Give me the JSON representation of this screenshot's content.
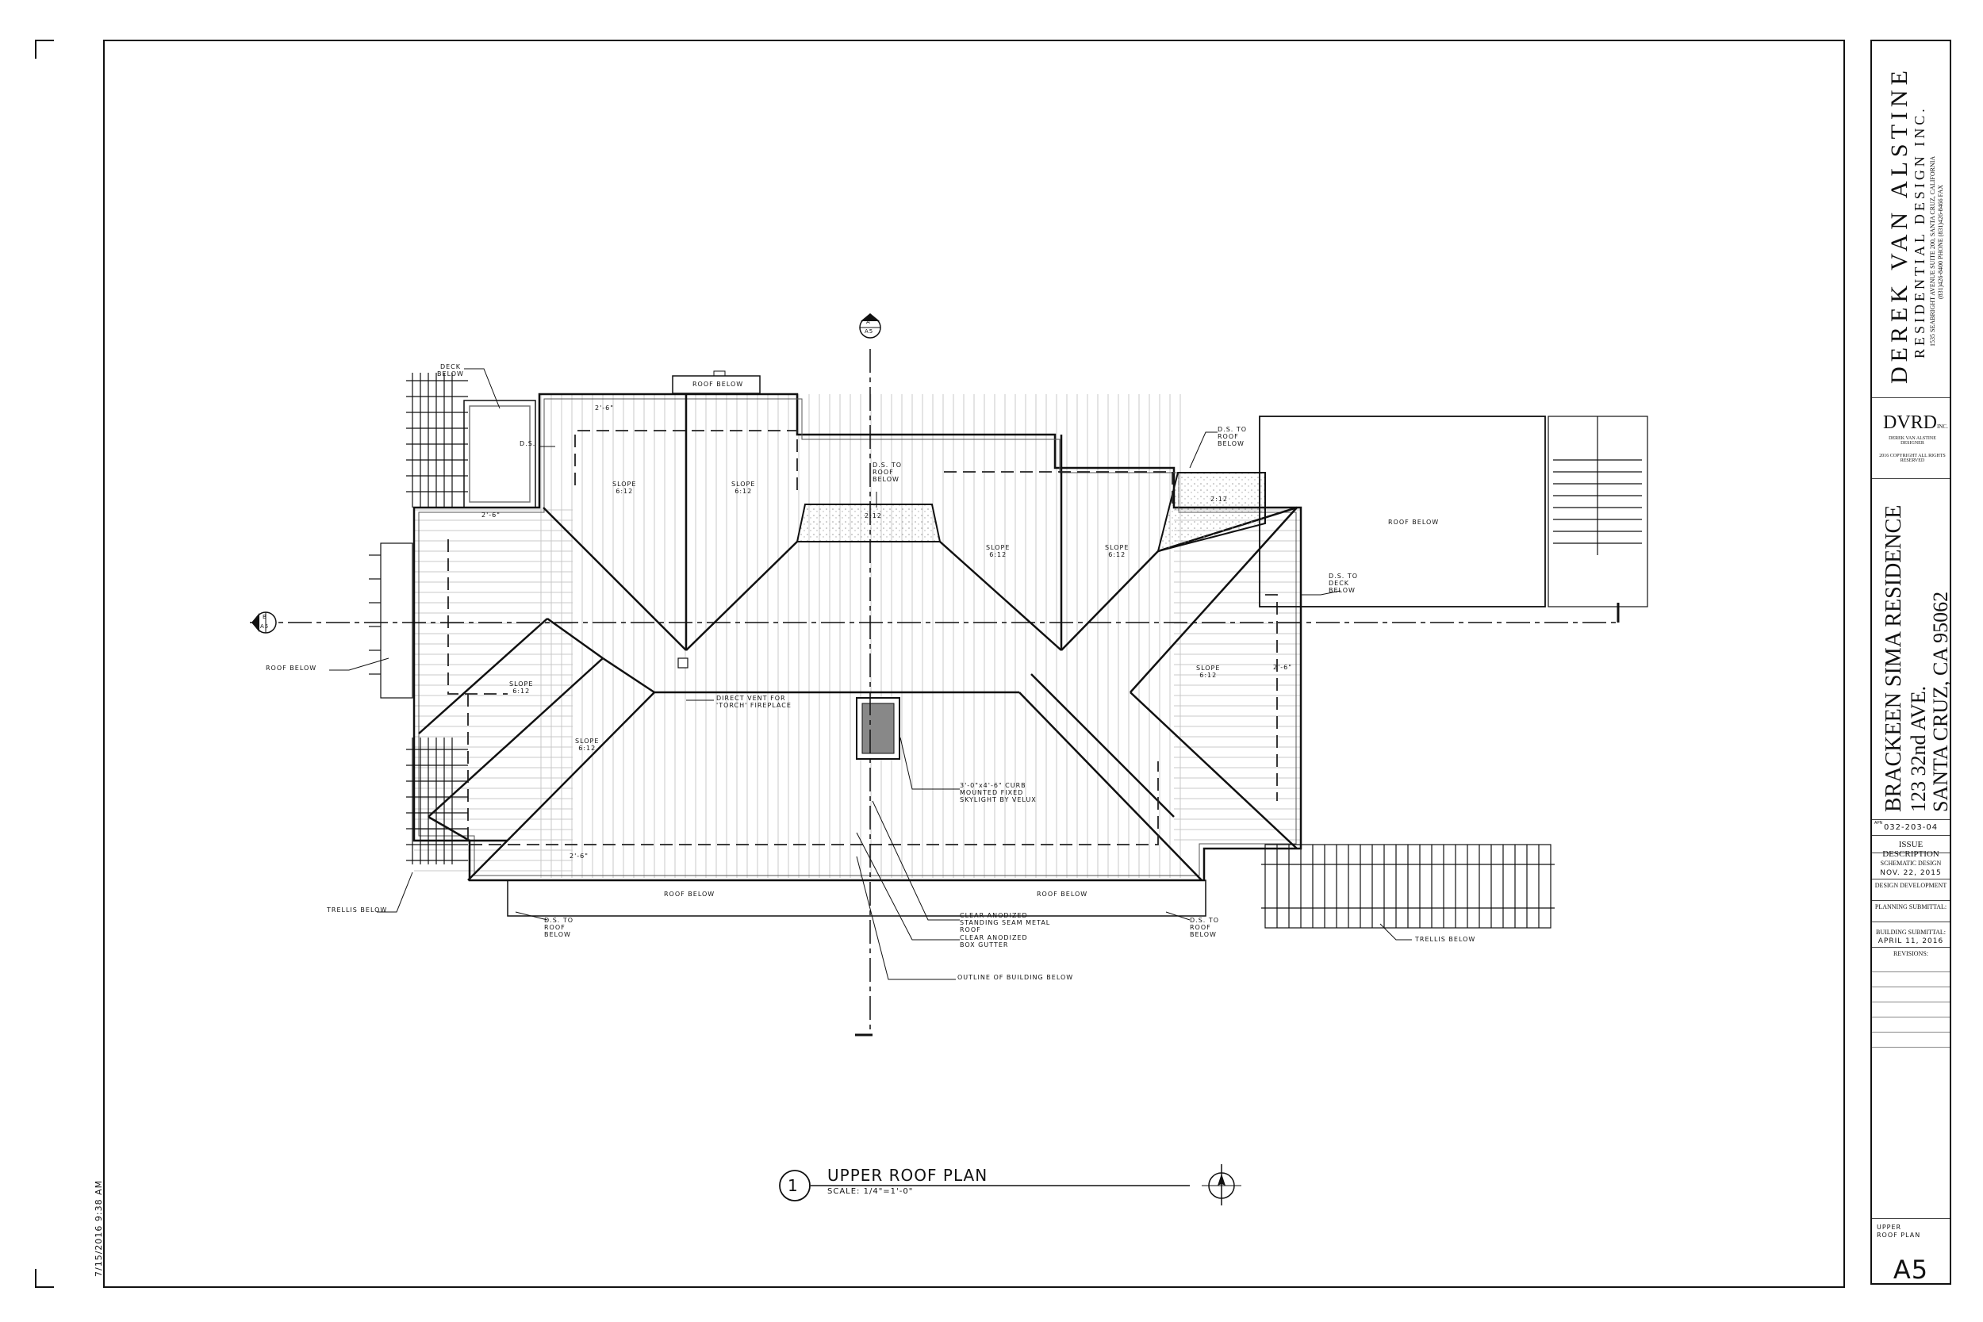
{
  "firm": {
    "name": "DEREK VAN ALSTINE",
    "subtitle": "RESIDENTIAL DESIGN INC.",
    "address": "1535 SEABRIGHT AVENUE SUITE 200, SANTA CRUZ, CALIFORNIA",
    "phone": "(831)426-8400 PHONE (831)426-8466 FAX",
    "logo": "DVRD",
    "logo_suffix": "INC.",
    "logo_sub": "DEREK VAN ALSTINE DESIGNER",
    "copyright": "2016 COPYRIGHT ALL RIGHTS RESERVED"
  },
  "project": {
    "name": "BRACKEEN SIMA RESIDENCE",
    "street": "123 32nd AVE.",
    "city": "SANTA CRUZ, CA 95062",
    "apn_label": "APN",
    "apn": "032-203-04"
  },
  "issue": {
    "header": "ISSUE DESCRIPTION",
    "schematic_label": "SCHEMATIC DESIGN",
    "schematic_date": "NOV. 22, 2015",
    "dd_label": "DESIGN DEVELOPMENT",
    "planning_label": "PLANNING SUBMITTAL:",
    "building_label": "BUILDING SUBMITTAL:",
    "building_date": "APRIL 11, 2016",
    "revisions_label": "REVISIONS:"
  },
  "sheet": {
    "title_line1": "UPPER",
    "title_line2": "ROOF PLAN",
    "number": "A5"
  },
  "plot_stamp": "7/15/2016 9:38 AM",
  "drawing": {
    "number": "1",
    "title": "UPPER ROOF PLAN",
    "scale": "SCALE: 1/4\"=1'-0\"",
    "section_tag_top": "A",
    "section_tag_sheet": "A5",
    "section_tag_left": "B"
  },
  "notes": {
    "deck_below": "DECK BELOW",
    "roof_below": "ROOF BELOW",
    "ds": "D.S.",
    "ds_to_roof": "D.S. TO ROOF BELOW",
    "ds_to_deck": "D.S. TO DECK BELOW",
    "slope": "SLOPE",
    "slope_ratio": "6:12",
    "slope_ratio_flat": "2:12",
    "overhang": "2'-6\"",
    "direct_vent": "DIRECT VENT FOR 'TORCH' FIREPLACE",
    "skylight": "3'-0\"x4'-6\" CURB MOUNTED FIXED SKYLIGHT BY VELUX",
    "metal_roof": "CLEAR ANODIZED STANDING SEAM METAL ROOF",
    "gutter": "CLEAR ANODIZED BOX GUTTER",
    "outline": "OUTLINE OF BUILDING BELOW",
    "trellis_below": "TRELLIS BELOW"
  }
}
